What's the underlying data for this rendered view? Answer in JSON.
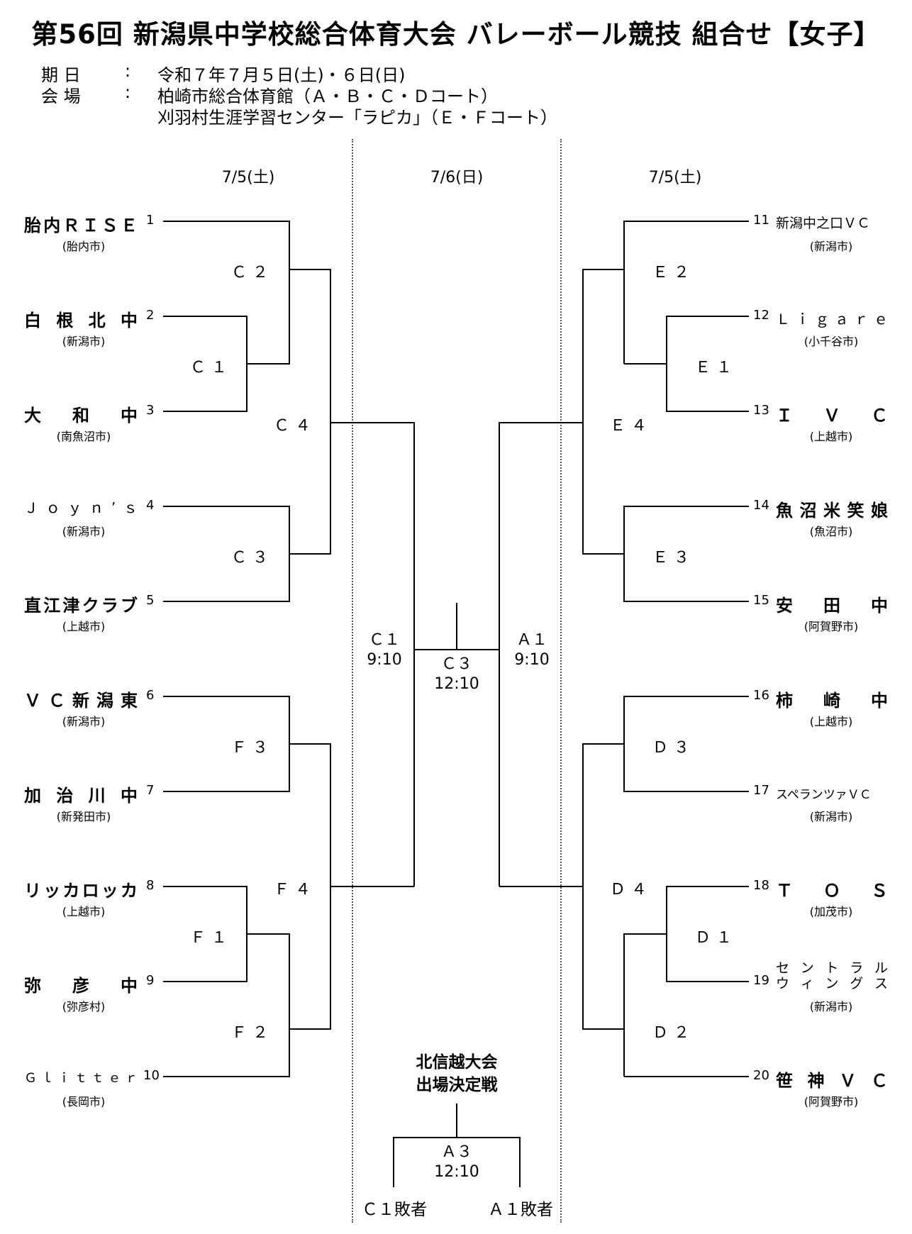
{
  "title": "第56回 新潟県中学校総合体育大会 バレーボール競技 組合せ【女子】",
  "info": {
    "date_label": "期 日",
    "date_sep": ":",
    "date_value": "令和７年７月５日(土)・６日(日)",
    "venue_label": "会 場",
    "venue_sep": ":",
    "venue_value_1": "柏崎市総合体育館（Ａ・Ｂ・Ｃ・Ｄコート）",
    "venue_value_2": "刈羽村生涯学習センター「ラピカ」（Ｅ・Ｆコート）"
  },
  "days": {
    "left": "7/5(土)",
    "center": "7/6(日)",
    "right": "7/5(土)"
  },
  "left_teams": [
    {
      "num": "1",
      "name": "胎内ＲＩＳＥ",
      "city": "(胎内市)"
    },
    {
      "num": "2",
      "name": "白根北中",
      "city": "(新潟市)"
    },
    {
      "num": "3",
      "name": "大和中",
      "city": "(南魚沼市)"
    },
    {
      "num": "4",
      "name": "Ｊｏｙｎ’ｓ",
      "city": "(新潟市)"
    },
    {
      "num": "5",
      "name": "直江津クラブ",
      "city": "(上越市)"
    },
    {
      "num": "6",
      "name": "ＶＣ新潟東",
      "city": "(新潟市)"
    },
    {
      "num": "7",
      "name": "加治川中",
      "city": "(新発田市)"
    },
    {
      "num": "8",
      "name": "リッカロッカ",
      "city": "(上越市)"
    },
    {
      "num": "9",
      "name": "弥彦中",
      "city": "(弥彦村)"
    },
    {
      "num": "10",
      "name": "Ｇｌｉｔｔｅｒ",
      "city": "(長岡市)"
    }
  ],
  "right_teams": [
    {
      "num": "11",
      "name": "新潟中之口ＶＣ",
      "city": "(新潟市)"
    },
    {
      "num": "12",
      "name": "Ｌｉｇａｒｅ",
      "city": "(小千谷市)"
    },
    {
      "num": "13",
      "name": "ＩＶＣ",
      "city": "(上越市)"
    },
    {
      "num": "14",
      "name": "魚沼米笑娘",
      "city": "(魚沼市)"
    },
    {
      "num": "15",
      "name": "安田中",
      "city": "(阿賀野市)"
    },
    {
      "num": "16",
      "name": "柿崎中",
      "city": "(上越市)"
    },
    {
      "num": "17",
      "name": "スペランツァＶＣ",
      "city": "(新潟市)"
    },
    {
      "num": "18",
      "name": "ＴＯＳ",
      "city": "(加茂市)"
    },
    {
      "num": "19",
      "name": "セントラル ウィングス",
      "name_line1": "セントラル",
      "name_line2": "ウィングス",
      "city": "(新潟市)"
    },
    {
      "num": "20",
      "name": "笹神ＶＣ",
      "city": "(阿賀野市)"
    }
  ],
  "matches": {
    "C2": "Ｃ２",
    "C1": "Ｃ１",
    "C4": "Ｃ４",
    "C3": "Ｃ３",
    "F3": "Ｆ３",
    "F4": "Ｆ４",
    "F1": "Ｆ１",
    "F2": "Ｆ２",
    "E2": "Ｅ２",
    "E1": "Ｅ１",
    "E4": "Ｅ４",
    "E3": "Ｅ３",
    "D3": "Ｄ３",
    "D4": "Ｄ４",
    "D1": "Ｄ１",
    "D2": "Ｄ２"
  },
  "center": {
    "left_semi": "Ｃ１",
    "left_semi_time": "9:10",
    "final": "Ｃ３",
    "final_time": "12:10",
    "right_semi": "Ａ１",
    "right_semi_time": "9:10",
    "playoff_title_1": "北信越大会",
    "playoff_title_2": "出場決定戦",
    "playoff": "Ａ３",
    "playoff_time": "12:10",
    "playoff_left": "Ｃ１敗者",
    "playoff_right": "Ａ１敗者"
  }
}
